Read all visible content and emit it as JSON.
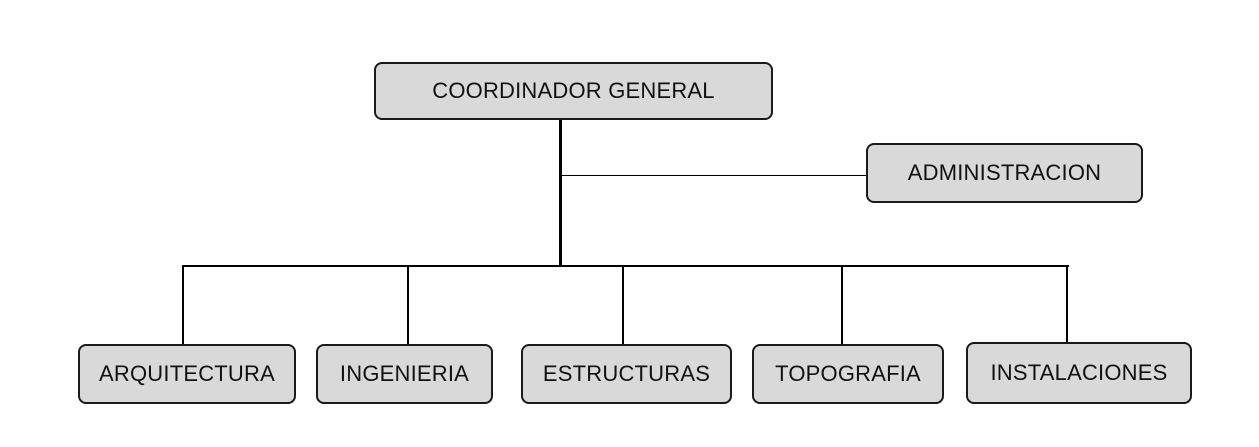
{
  "org_chart": {
    "root": {
      "label": "COORDINADOR GENERAL"
    },
    "staff": {
      "label": "ADMINISTRACION"
    },
    "departments": [
      {
        "label": "ARQUITECTURA"
      },
      {
        "label": "INGENIERIA"
      },
      {
        "label": "ESTRUCTURAS"
      },
      {
        "label": "TOPOGRAFIA"
      },
      {
        "label": "INSTALACIONES"
      }
    ]
  },
  "colors": {
    "box_fill": "#d9d9d9",
    "box_border": "#1a1a1a",
    "connector": "#000000",
    "background": "#ffffff"
  }
}
